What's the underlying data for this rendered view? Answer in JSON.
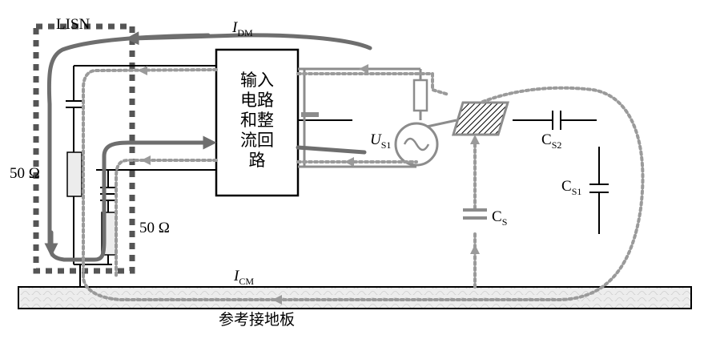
{
  "lisn_label": "LISN",
  "lisn_resistor_upper": "50 Ω",
  "lisn_resistor_lower": "50 Ω",
  "current_dm": {
    "symbol": "I",
    "subscript": "DM"
  },
  "current_cm": {
    "symbol": "I",
    "subscript": "CM"
  },
  "rectifier_box_lines": [
    "输入",
    "电路",
    "和整",
    "流回",
    "路"
  ],
  "source": {
    "symbol": "U",
    "subscript": "S1"
  },
  "cap_cs2": {
    "symbol": "C",
    "subscript": "S2"
  },
  "cap_cs1": {
    "symbol": "C",
    "subscript": "S1"
  },
  "cap_cs": {
    "symbol": "C",
    "subscript": "S"
  },
  "ground_plane_label": "参考接地板",
  "colors": {
    "dm_path": "#6e6e6e",
    "cm_path": "#9a9a9a",
    "lisn_border": "#555555",
    "resistor_fill": "#ececec",
    "ground_fill": "#ededed"
  }
}
